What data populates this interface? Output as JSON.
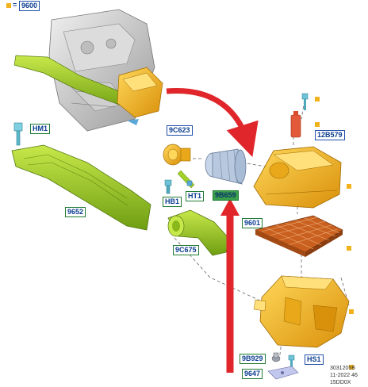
{
  "callouts": {
    "c9600": "9600",
    "hm1": "HM1",
    "c9c623": "9C623",
    "c12b579": "12B579",
    "c9652": "9652",
    "hb1": "HB1",
    "ht1": "HT1",
    "c9b659": "9B659",
    "c9601": "9601",
    "c9c675": "9C675",
    "c9b929": "9B929",
    "hs1": "HS1",
    "c9647": "9647"
  },
  "reference": {
    "line1": "3031205B",
    "line2": "11-2022 46",
    "line3": "15DD0X"
  },
  "symbols": {
    "equals": "="
  },
  "colors": {
    "part_green": "#a3d12a",
    "part_yellow": "#f2b21c",
    "filter_orange": "#c9601f",
    "arrow_red": "#e0262a",
    "engine_gray": "#c9c9c9"
  }
}
